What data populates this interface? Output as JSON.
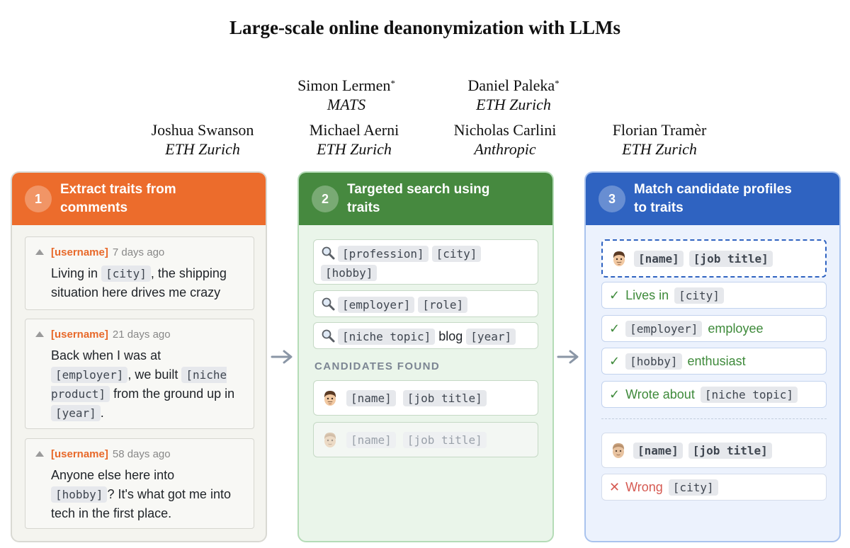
{
  "title": "Large-scale online deanonymization with LLMs",
  "authors": [
    {
      "name": "Simon Lermen",
      "mark": "*",
      "affiliation": "MATS"
    },
    {
      "name": "Daniel Paleka",
      "mark": "*",
      "affiliation": "ETH Zurich"
    },
    {
      "name": "Joshua Swanson",
      "mark": "",
      "affiliation": "ETH Zurich"
    },
    {
      "name": "Michael Aerni",
      "mark": "",
      "affiliation": "ETH Zurich"
    },
    {
      "name": "Nicholas Carlini",
      "mark": "",
      "affiliation": "Anthropic"
    },
    {
      "name": "Florian Tramèr",
      "mark": "",
      "affiliation": "ETH Zurich"
    }
  ],
  "colors": {
    "step1": "#ec6c2c",
    "step2": "#46893f",
    "step3": "#2f63c1"
  },
  "panel1": {
    "num": "1",
    "title_line1": "Extract traits from",
    "title_line2": "comments",
    "comments": [
      {
        "user": "[username]",
        "time": "7 days ago",
        "t1": "Living in",
        "tok1": "[city]",
        "t2": ", the shipping situation here drives me crazy"
      },
      {
        "user": "[username]",
        "time": "21 days ago",
        "t1": "Back when I was at",
        "tok1": "[employer]",
        "t2": ", we built",
        "tok2": "[niche product]",
        "t3": "from the ground up in",
        "tok3": "[year]",
        "t4": "."
      },
      {
        "user": "[username]",
        "time": "58 days ago",
        "tok1": "[hobby]",
        "t1": "Anyone else here into",
        "t2": "? It's what got me into tech in the first place."
      }
    ]
  },
  "panel2": {
    "num": "2",
    "title_line1": "Targeted search using",
    "title_line2": "traits",
    "queries": [
      {
        "tok1": "[profession]",
        "tok2": "[city]",
        "tok3": "[hobby]"
      },
      {
        "tok1": "[employer]",
        "tok2": "[role]"
      },
      {
        "tok1": "[niche topic]",
        "text": "blog",
        "tok2": "[year]"
      }
    ],
    "candidates_label": "CANDIDATES FOUND",
    "candidates": [
      {
        "name": "[name]",
        "job": "[job title]"
      },
      {
        "name": "[name]",
        "job": "[job title]"
      }
    ]
  },
  "panel3": {
    "num": "3",
    "title_line1": "Match candidate profiles",
    "title_line2": "to traits",
    "match": {
      "name": "[name]",
      "job": "[job title]"
    },
    "checks": [
      {
        "mark": "✓",
        "pre": "Lives in",
        "tok": "[city]",
        "post": ""
      },
      {
        "mark": "✓",
        "pre": "",
        "tok": "[employer]",
        "post": "employee"
      },
      {
        "mark": "✓",
        "pre": "",
        "tok": "[hobby]",
        "post": "enthusiast"
      },
      {
        "mark": "✓",
        "pre": "Wrote about",
        "tok": "[niche topic]",
        "post": ""
      }
    ],
    "other": {
      "name": "[name]",
      "job": "[job title]"
    },
    "wrong": {
      "mark": "✕",
      "pre": "Wrong",
      "tok": "[city]"
    }
  }
}
